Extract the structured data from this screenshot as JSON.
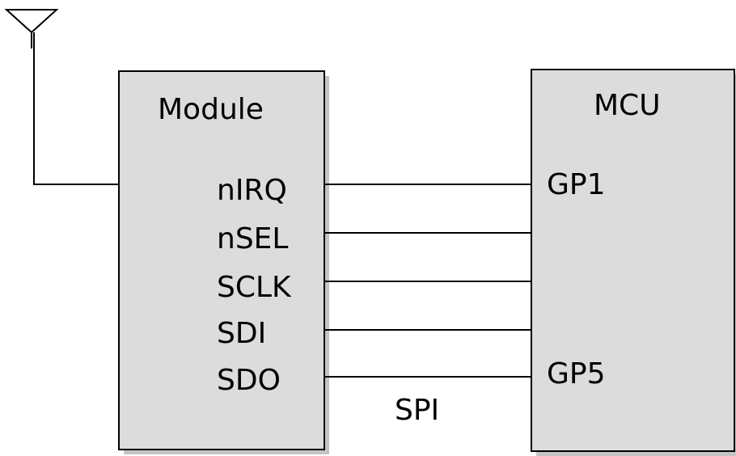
{
  "colors": {
    "background": "#ffffff",
    "block_fill": "#dcdcdc",
    "block_shadow": "#c4c4c4",
    "line": "#000000"
  },
  "icons": {
    "antenna": "antenna-icon"
  },
  "module": {
    "title": "Module",
    "pins": [
      "nIRQ",
      "nSEL",
      "SCLK",
      "SDI",
      "SDO"
    ]
  },
  "mcu": {
    "title": "MCU",
    "pins": [
      "GP1",
      "GP5"
    ]
  },
  "bus_label": "SPI"
}
